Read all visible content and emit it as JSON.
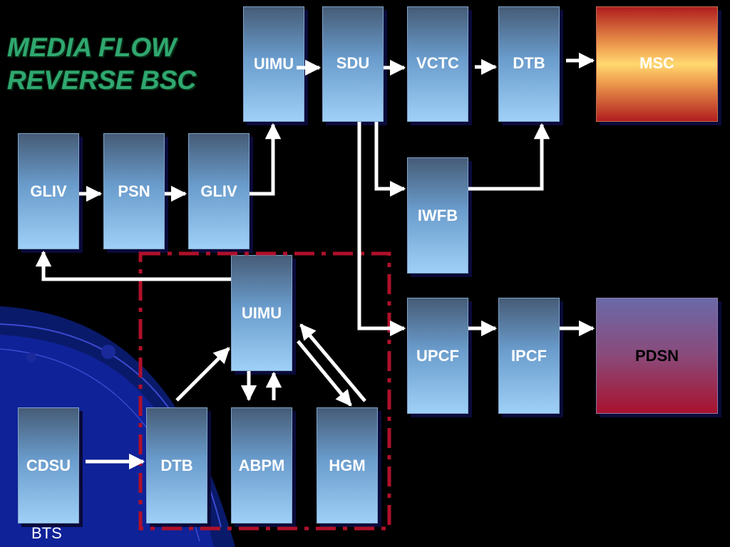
{
  "title": {
    "line1": "MEDIA FLOW",
    "line2": "REVERSE BSC"
  },
  "blocks": {
    "uimu_top": "UIMU",
    "sdu": "SDU",
    "vctc": "VCTC",
    "dtb_top": "DTB",
    "msc": "MSC",
    "gliv_left": "GLIV",
    "psn": "PSN",
    "gliv_right": "GLIV",
    "iwfb": "IWFB",
    "uimu_mid": "UIMU",
    "upcf": "UPCF",
    "ipcf": "IPCF",
    "pdsn": "PDSN",
    "cdsu": "CDSU",
    "dtb_bottom": "DTB",
    "abpm": "ABPM",
    "hgm": "HGM"
  },
  "bts_label": "BTS",
  "colors": {
    "box_top": "#465c77",
    "box_bottom": "#9fd0f7",
    "title_green": "#2fa870",
    "dashed_border": "#b0102a",
    "arrow": "#ffffff"
  }
}
